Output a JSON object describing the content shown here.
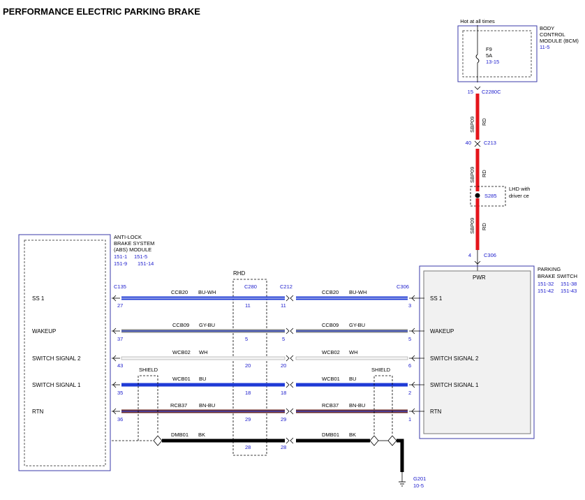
{
  "title": "PERFORMANCE ELECTRIC PARKING BRAKE",
  "bcm": {
    "name": [
      "BODY",
      "CONTROL",
      "MODULE (BCM)"
    ],
    "ref": "11-5",
    "hot_label": "Hot at all times",
    "fuse_name": "F9",
    "fuse_amp": "5A",
    "fuse_ref": "13-15",
    "pin": "15",
    "connector": "C2280C"
  },
  "vertical_circuit": {
    "segment1": {
      "circuit": "SBP09",
      "color": "RD"
    },
    "c213": {
      "pin": "40",
      "connector": "C213"
    },
    "segment2": {
      "circuit": "SBP09",
      "color": "RD"
    },
    "splice": {
      "id": "S285",
      "note": [
        "LHD with",
        "driver ce"
      ]
    },
    "segment3": {
      "circuit": "SBP09",
      "color": "RD"
    },
    "c306": {
      "pin": "4",
      "connector": "C306"
    }
  },
  "abs": {
    "name": [
      "ANTI-LOCK",
      "BRAKE SYSTEM",
      "(ABS) MODULE"
    ],
    "refs": [
      "151-1",
      "151-5",
      "151-9",
      "151-14"
    ],
    "connector": "C135",
    "labels": [
      "SS 1",
      "WAKEUP",
      "SWITCH SIGNAL 2",
      "SWITCH SIGNAL 1",
      "RTN"
    ],
    "pins": [
      "27",
      "37",
      "43",
      "35",
      "36"
    ]
  },
  "rhd_box": {
    "label": "RHD",
    "connector": "C280",
    "pins": [
      "11",
      "5",
      "20",
      "18",
      "29",
      "28"
    ]
  },
  "c212": {
    "connector": "C212",
    "pins": [
      "11",
      "5",
      "20",
      "18",
      "29",
      "28"
    ]
  },
  "pbs": {
    "name": [
      "PARKING",
      "BRAKE SWITCH"
    ],
    "refs": [
      "151-32",
      "151-38",
      "151-42",
      "151-43"
    ],
    "pwr": "PWR",
    "connector": "C306",
    "labels": [
      "SS 1",
      "WAKEUP",
      "SWITCH SIGNAL 2",
      "SWITCH SIGNAL 1",
      "RTN"
    ],
    "pins": [
      "3",
      "5",
      "6",
      "2",
      "1"
    ]
  },
  "wires": [
    {
      "circuit": "CCB20",
      "color": "BU-WH"
    },
    {
      "circuit": "CCB09",
      "color": "GY-BU"
    },
    {
      "circuit": "WCB02",
      "color": "WH"
    },
    {
      "circuit": "WCB01",
      "color": "BU"
    },
    {
      "circuit": "RCB37",
      "color": "BN-BU"
    },
    {
      "circuit": "DMB01",
      "color": "BK"
    }
  ],
  "shield_label": "SHIELD",
  "ground": {
    "id": "G201",
    "ref": "10-5"
  },
  "colors": {
    "RD": "#e4141b",
    "BU": "#1f3bd6",
    "WH": "#f2f2f2",
    "GY": "#8c8c8c",
    "BN": "#6a2b2b",
    "BK": "#000000",
    "ref_blue": "#1a1acc",
    "box_blue": "#3a3aaa"
  }
}
